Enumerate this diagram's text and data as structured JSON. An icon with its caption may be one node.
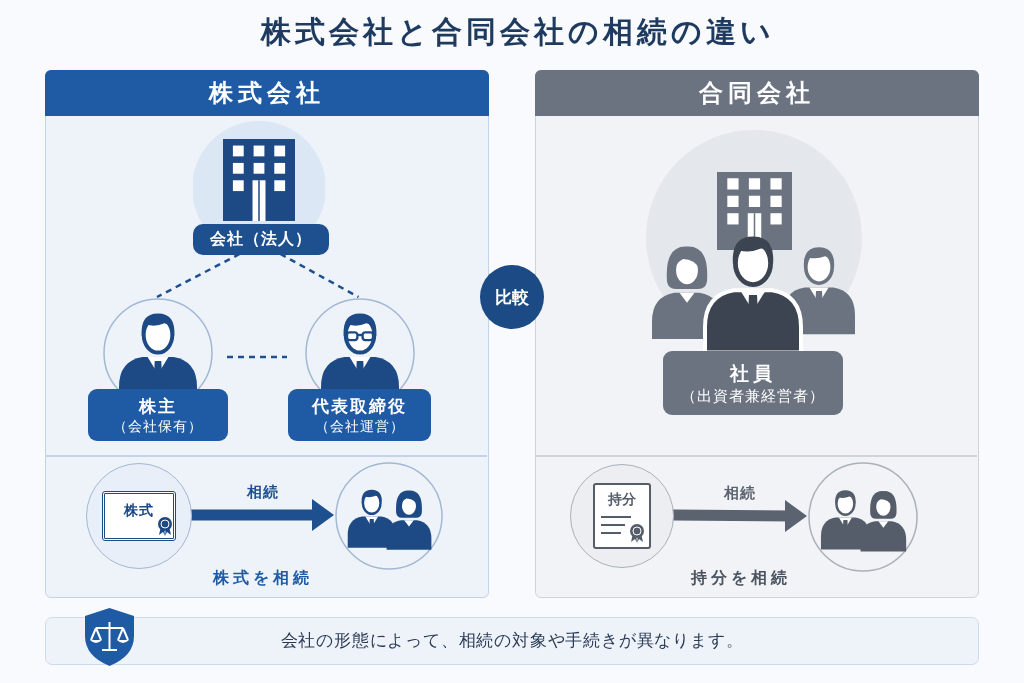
{
  "diagram": {
    "title": "株式会社と合同会社の相続の違い",
    "nodes": [
      {
        "text": [
          "株式会社"
        ]
      },
      {
        "text": [
          "会社（法人）"
        ],
        "in": 0
      },
      {
        "text": [
          "株主",
          "（会社保有）"
        ],
        "in": 0
      },
      {
        "text": [
          "代表取締役",
          "（会社運営）"
        ],
        "in": 0
      },
      {
        "text": [
          "株式"
        ],
        "in": 0
      },
      {
        "text": [],
        "shape": "circle",
        "in": 0
      },
      {
        "text": [
          "比較"
        ]
      },
      {
        "text": [
          "合同会社"
        ]
      },
      {
        "text": [
          "社員",
          "（出資者兼経営者）"
        ],
        "in": 7
      },
      {
        "text": [
          "持分"
        ],
        "in": 7
      },
      {
        "text": [],
        "shape": "circle",
        "in": 7
      },
      {
        "text": [
          "会社の形態によって、相続の対象や手続きが異なります。"
        ]
      }
    ],
    "edges": [
      {
        "from": 1,
        "to": 2,
        "arrow": "none",
        "style": "dashed"
      },
      {
        "from": 1,
        "to": 3,
        "arrow": "none",
        "style": "dashed"
      },
      {
        "from": 2,
        "to": 3,
        "arrow": "none",
        "style": "dashed"
      },
      {
        "from": 4,
        "to": 5,
        "arrow": "to",
        "label": "相続",
        "style": "thick"
      },
      {
        "from": 9,
        "to": 10,
        "arrow": "to",
        "label": "相続",
        "style": "thick",
        "color": "#5b6371"
      }
    ],
    "labels": [
      "株式を相続",
      "持分を相続"
    ]
  }
}
